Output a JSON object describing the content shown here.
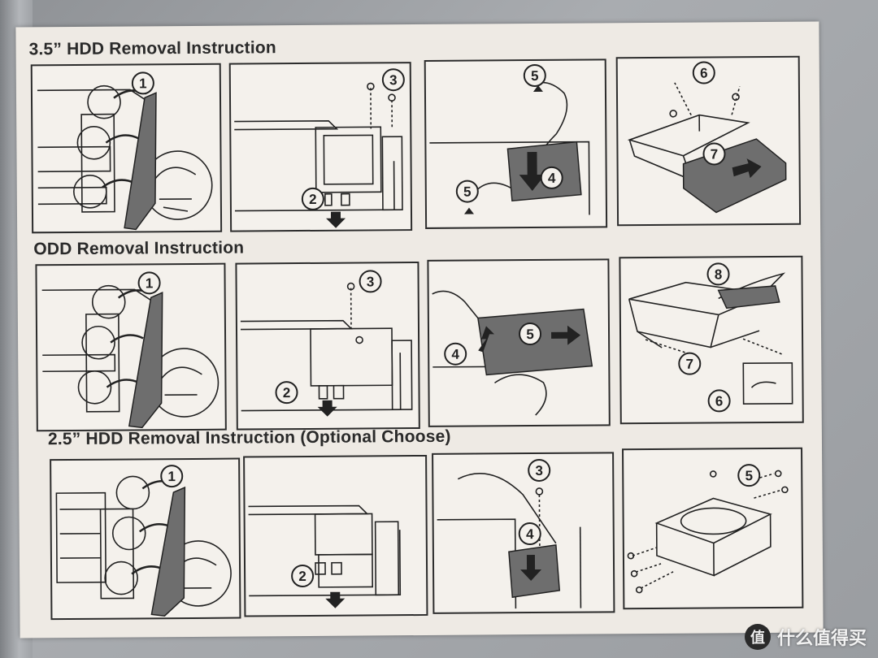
{
  "sections": [
    {
      "title": "3.5” HDD Removal Instruction",
      "steps": [
        {
          "badges": [
            "1"
          ]
        },
        {
          "badges": [
            "3",
            "2"
          ]
        },
        {
          "badges": [
            "5",
            "4",
            "5"
          ]
        },
        {
          "badges": [
            "6",
            "7"
          ]
        }
      ]
    },
    {
      "title": "ODD Removal Instruction",
      "steps": [
        {
          "badges": [
            "1"
          ]
        },
        {
          "badges": [
            "3",
            "2"
          ]
        },
        {
          "badges": [
            "4",
            "5"
          ]
        },
        {
          "badges": [
            "8",
            "7",
            "6"
          ]
        }
      ]
    },
    {
      "title": "2.5” HDD Removal Instruction (Optional Choose)",
      "steps": [
        {
          "badges": [
            "1"
          ]
        },
        {
          "badges": [
            "2"
          ]
        },
        {
          "badges": [
            "3",
            "4"
          ]
        },
        {
          "badges": [
            "5"
          ]
        }
      ]
    }
  ],
  "watermark": {
    "icon": "值",
    "text": "什么值得买"
  },
  "colors": {
    "paper": "#eeeae4",
    "ink": "#2c2c2c",
    "gray_fill": "#6e6e6e"
  }
}
